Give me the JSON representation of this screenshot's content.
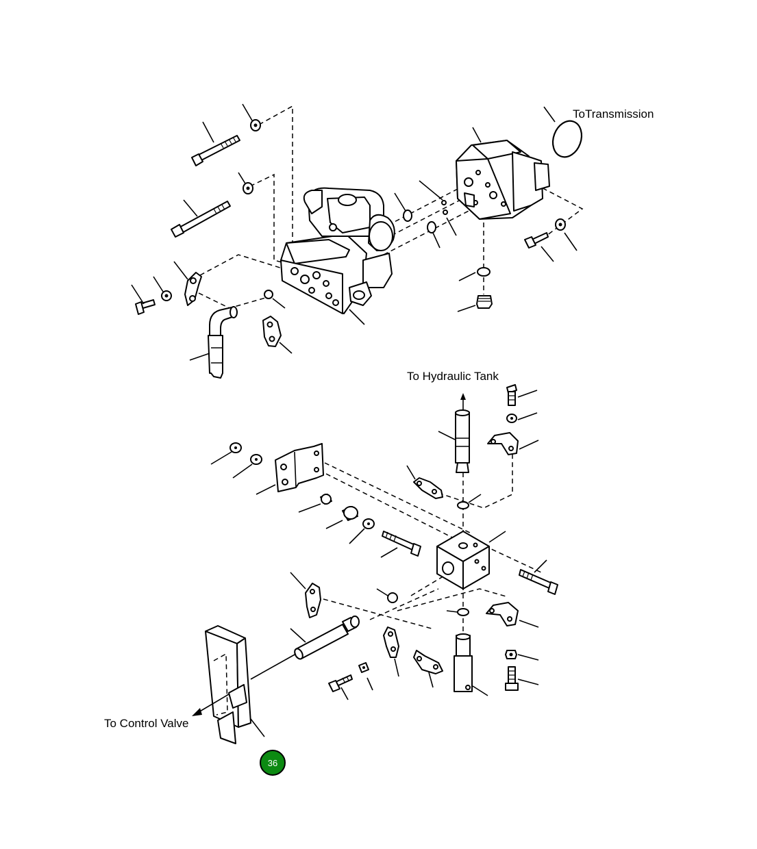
{
  "labels": {
    "to_transmission": "ToTransmission",
    "to_hydraulic_tank": "To Hydraulic Tank",
    "to_control_valve": "To Control Valve"
  },
  "badge": {
    "number": "36",
    "color": "#0c8a12"
  }
}
